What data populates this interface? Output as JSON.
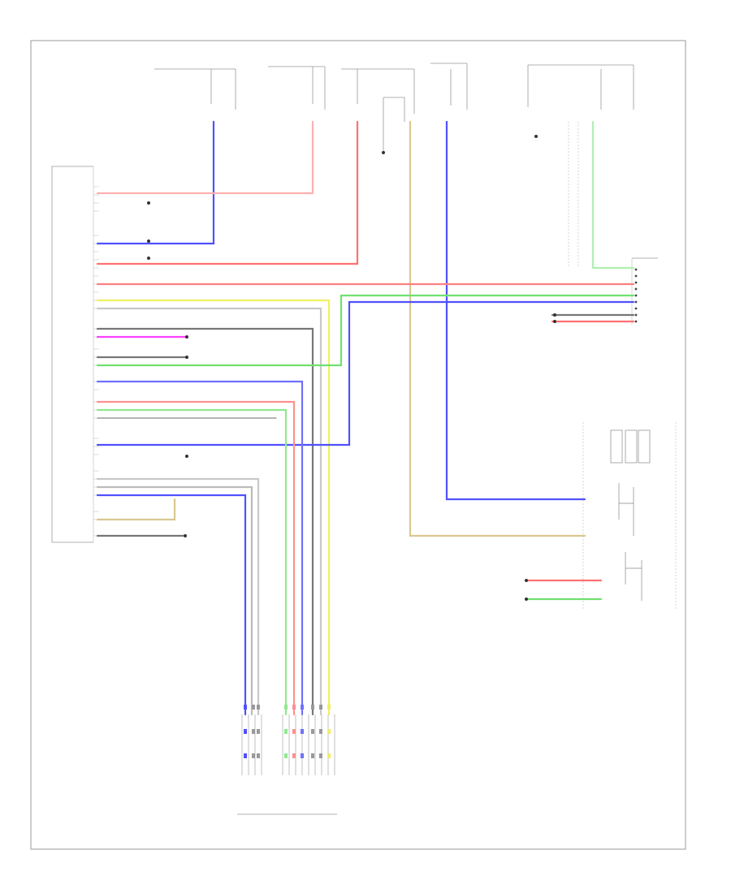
{
  "diagram": {
    "footer_code": "",
    "top_connectors": [
      {
        "id": "c1",
        "heading": "",
        "caption": ""
      },
      {
        "id": "c2",
        "heading": "",
        "caption": ""
      },
      {
        "id": "c3",
        "heading": "",
        "caption": ""
      },
      {
        "id": "c4",
        "heading": "",
        "caption": ""
      },
      {
        "id": "c5",
        "heading": "",
        "caption": ""
      }
    ],
    "left_module_caption": "",
    "right_module_caption": "",
    "bottom_connector_caption": "",
    "meter_caption": "",
    "wire_colors": {
      "blue": "#5050ff",
      "red": "#ff7070",
      "pink": "#ffb0b0",
      "green": "#70e070",
      "lightgreen": "#b0f0b0",
      "yellow": "#f0f060",
      "grey": "#777777",
      "lightgrey": "#c8c8c8",
      "magenta": "#ff40ff",
      "tan": "#d8c890"
    }
  }
}
